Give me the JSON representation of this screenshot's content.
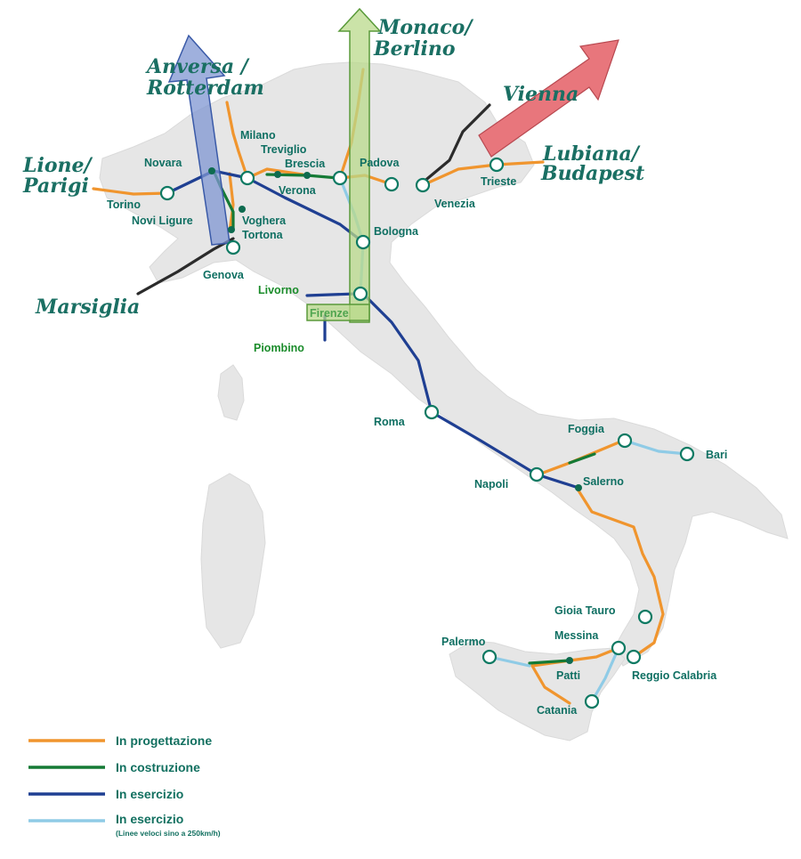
{
  "colors": {
    "progettazione": "#f0952e",
    "costruzione": "#157a35",
    "esercizio": "#1f3f92",
    "esercizio_veloce": "#8fcbe6",
    "connection": "#2b2b2b",
    "arrow_blue": "#7f96d1",
    "arrow_green": "#b9d98b",
    "arrow_red": "#e8767c",
    "text": "#127060"
  },
  "destinations": {
    "anversa": "Anversa /",
    "rotterdam": "Rotterdam",
    "monaco": "Monaco/",
    "berlino": "Berlino",
    "vienna": "Vienna",
    "lubiana": "Lubiana/",
    "budapest": "Budapest",
    "lione": "Lione/",
    "parigi": "Parigi",
    "marsiglia": "Marsiglia"
  },
  "cities": {
    "milano": "Milano",
    "treviglio": "Treviglio",
    "brescia": "Brescia",
    "verona": "Verona",
    "padova": "Padova",
    "venezia": "Venezia",
    "trieste": "Trieste",
    "novara": "Novara",
    "torino": "Torino",
    "novi_ligure": "Novi Ligure",
    "voghera": "Voghera",
    "tortona": "Tortona",
    "genova": "Genova",
    "bologna": "Bologna",
    "livorno": "Livorno",
    "firenze": "Firenze",
    "piombino": "Piombino",
    "roma": "Roma",
    "napoli": "Napoli",
    "salerno": "Salerno",
    "foggia": "Foggia",
    "bari": "Bari",
    "gioia_tauro": "Gioia Tauro",
    "messina": "Messina",
    "palermo": "Palermo",
    "patti": "Patti",
    "catania": "Catania",
    "reggio_calabria": "Reggio Calabria"
  },
  "legend": {
    "progettazione": "In progettazione",
    "costruzione": "In costruzione",
    "esercizio": "In esercizio",
    "esercizio_veloce": "In esercizio",
    "esercizio_veloce_note": "(Linee veloci sino a 250km/h)"
  }
}
